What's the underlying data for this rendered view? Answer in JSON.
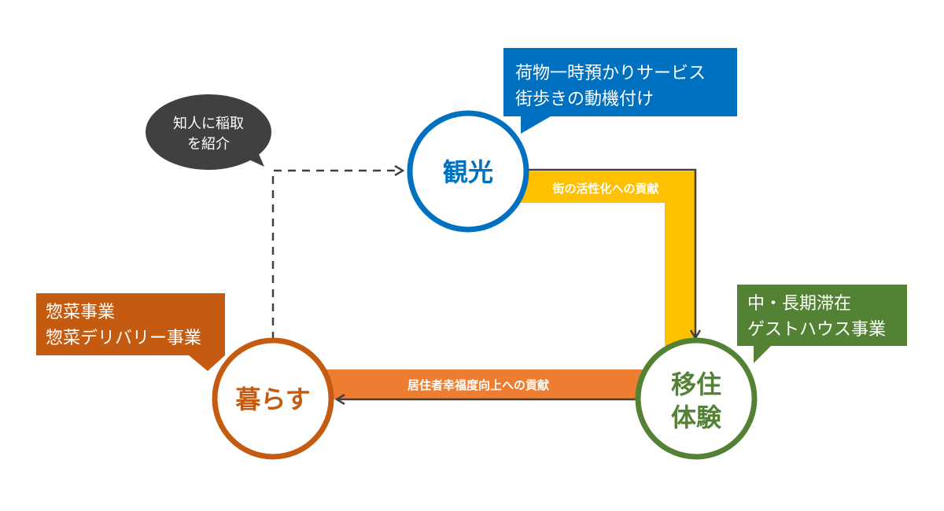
{
  "colors": {
    "sightseeing": "#0070C0",
    "relocation": "#548235",
    "living": "#C55A11",
    "band_town": "#FFC000",
    "band_resident": "#ED7D31",
    "connector": "#404040",
    "bubble": "#404040"
  },
  "nodes": {
    "sightseeing": {
      "label": "観光"
    },
    "relocation": {
      "line1": "移住",
      "line2": "体験"
    },
    "living": {
      "label": "暮らす"
    }
  },
  "callouts": {
    "sightseeing": {
      "line1": "荷物一時預かりサービス",
      "line2": "街歩きの動機付け"
    },
    "relocation": {
      "line1": "中・長期滞在",
      "line2": "ゲストハウス事業"
    },
    "living": {
      "line1": "惣菜事業",
      "line2": "惣菜デリバリー事業"
    }
  },
  "speech_bubble": {
    "line1": "知人に稲取",
    "line2": "を紹介"
  },
  "bands": {
    "town": {
      "label": "街の活性化への貢献"
    },
    "resident": {
      "label": "居住者幸福度向上への貢献"
    }
  }
}
